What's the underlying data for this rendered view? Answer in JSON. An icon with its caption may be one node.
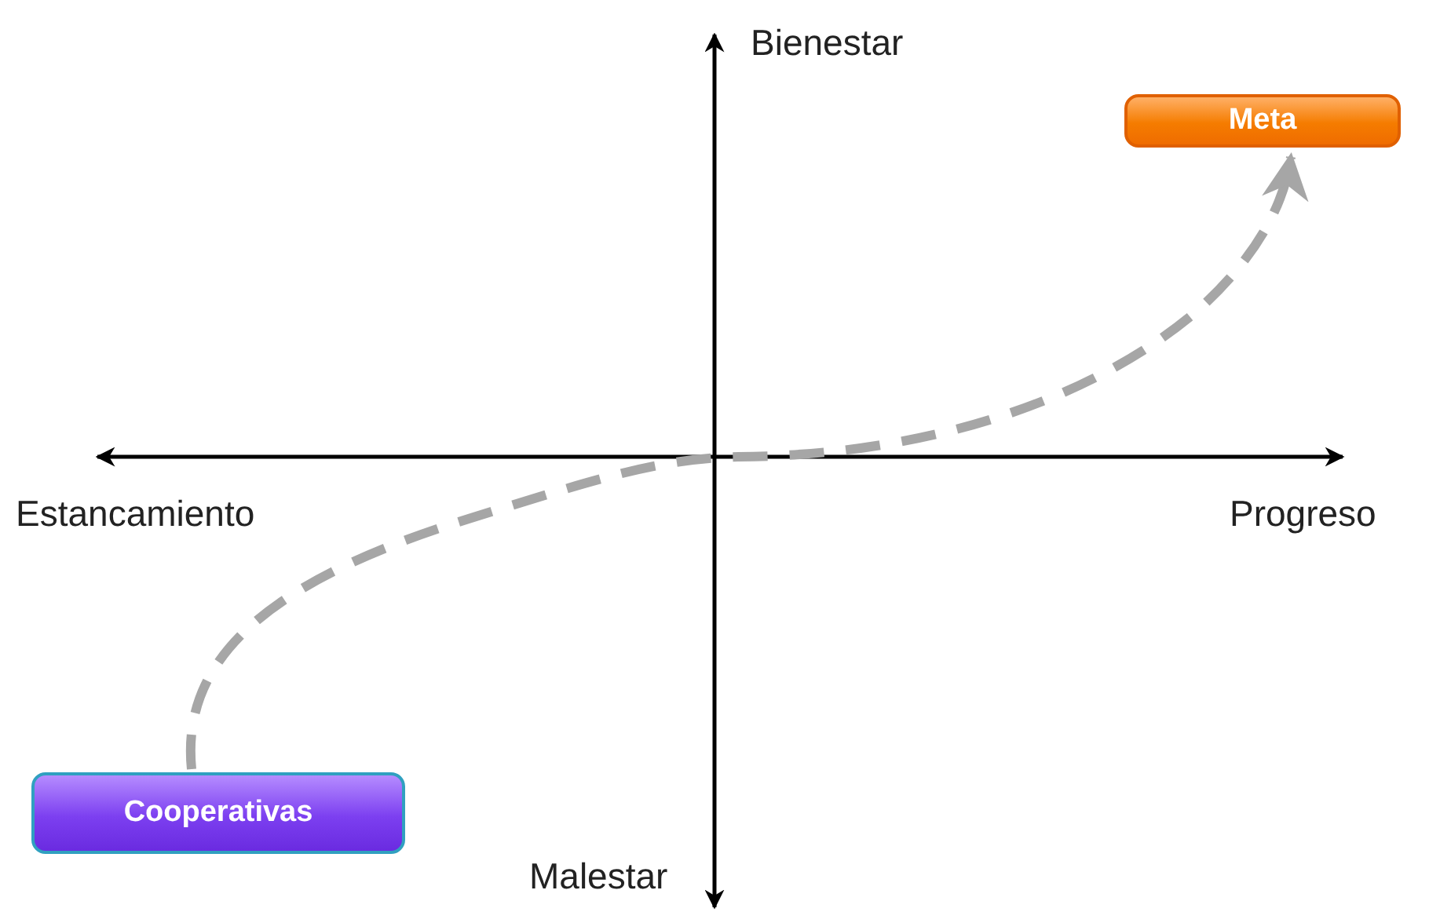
{
  "diagram": {
    "nodes": [
      {
        "text": [
          "Meta"
        ]
      },
      {
        "text": [
          "Cooperativas"
        ]
      }
    ],
    "edges": [
      {
        "from": 1,
        "to": 0,
        "arrow": "to",
        "style": "dashed",
        "color": "#a6a6a6"
      }
    ],
    "labels": [
      "Bienestar",
      "Estancamiento",
      "Progreso",
      "Malestar"
    ]
  }
}
